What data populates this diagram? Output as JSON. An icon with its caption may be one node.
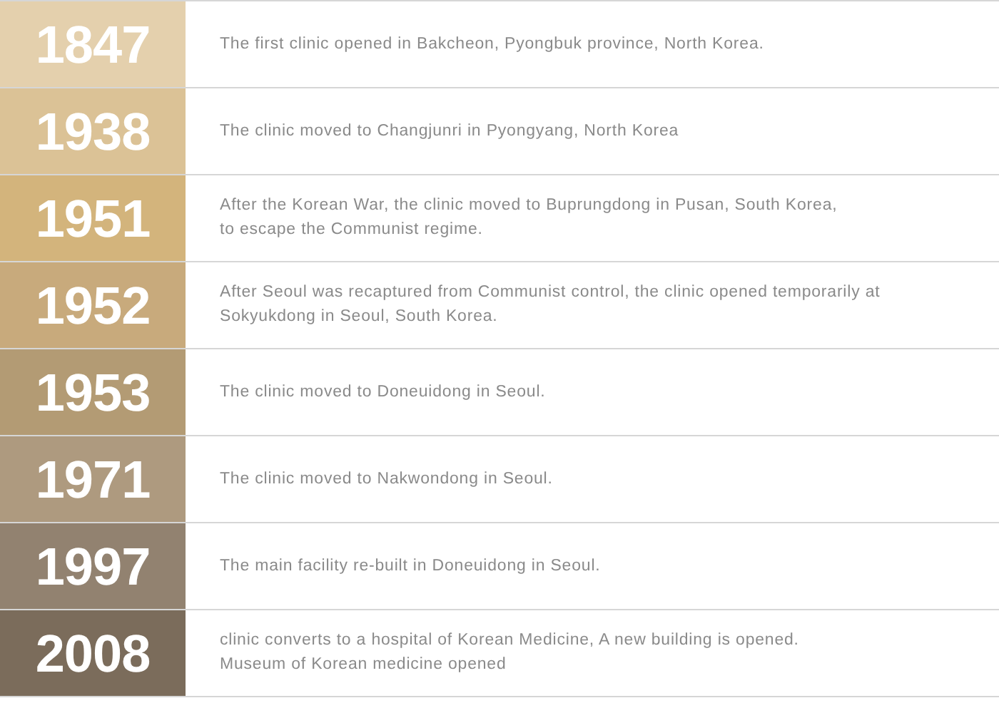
{
  "diagram": {
    "nodes": [
      {
        "text": [
          "1847"
        ],
        "beside": [
          "The first clinic opened in Bakcheon, Pyongbuk province, North Korea."
        ]
      },
      {
        "text": [
          "1938"
        ],
        "beside": [
          "The clinic moved to Changjunri in Pyongyang, North Korea"
        ]
      },
      {
        "text": [
          "1951"
        ],
        "beside": [
          "After the Korean War, the clinic moved to Buprungdong in Pusan, South Korea, to escape the Communist regime."
        ]
      },
      {
        "text": [
          "1952"
        ],
        "beside": [
          "After Seoul was recaptured from Communist control, the clinic opened temporarily at Sokyukdong in Seoul, South Korea."
        ]
      },
      {
        "text": [
          "1953"
        ],
        "beside": [
          "The clinic moved to Doneuidong in Seoul."
        ]
      },
      {
        "text": [
          "1971"
        ],
        "beside": [
          "The clinic moved to Nakwondong in Seoul."
        ]
      },
      {
        "text": [
          "1997"
        ],
        "beside": [
          "The main facility re-built in Doneuidong in Seoul."
        ]
      },
      {
        "text": [
          "2008"
        ],
        "beside": [
          "clinic converts to a hospital of Korean Medicine, A new building is opened. Museum of Korean medicine opened"
        ]
      }
    ]
  }
}
